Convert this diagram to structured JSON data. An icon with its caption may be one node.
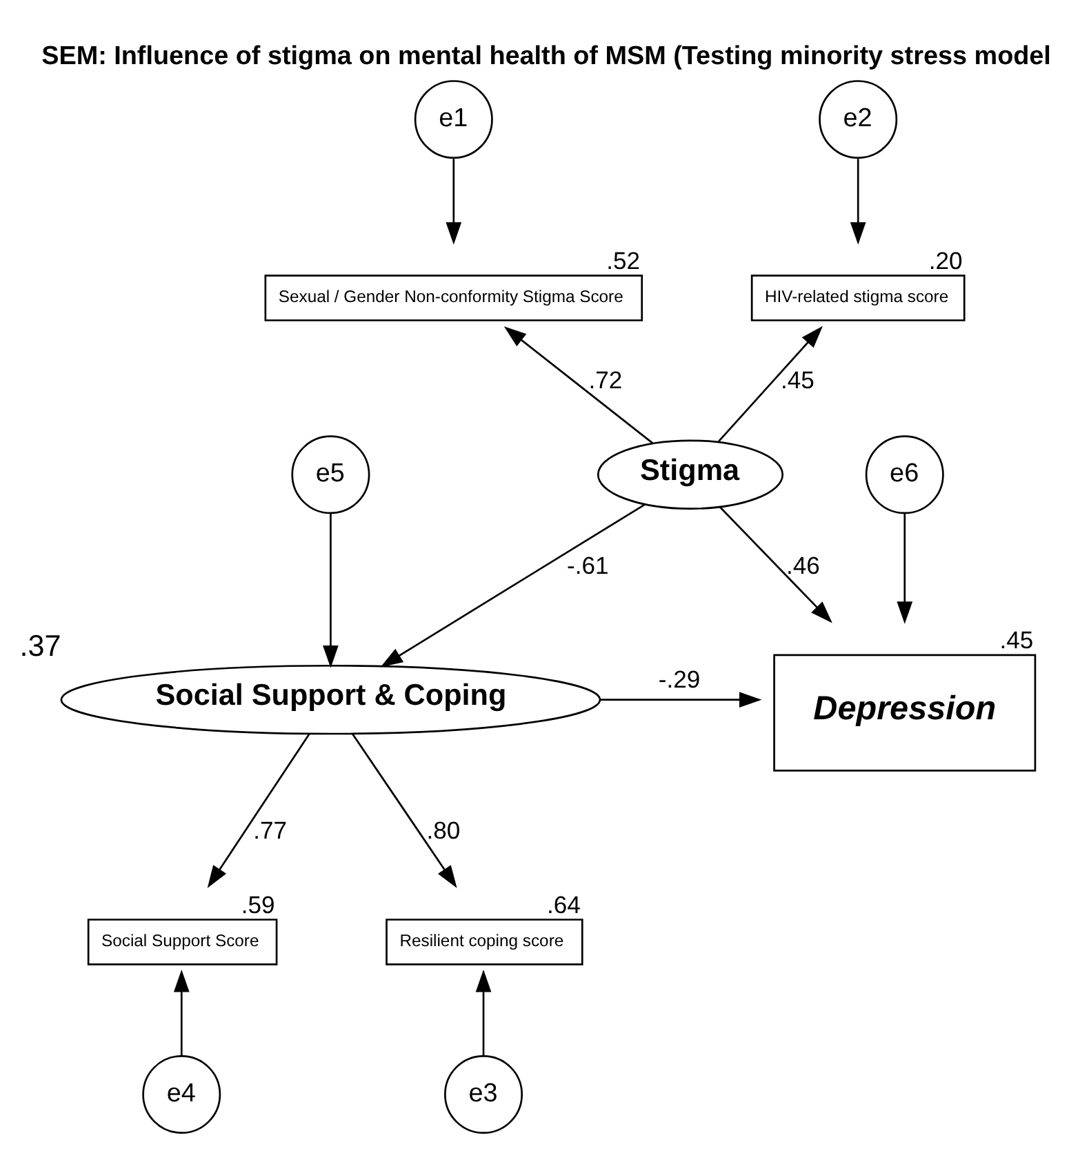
{
  "diagram": {
    "title": "SEM: Influence of stigma on mental health of MSM (Testing minority stress model",
    "nodes": [
      {
        "text": [
          "e1"
        ]
      },
      {
        "text": [
          "e2"
        ]
      },
      {
        "text": [
          "Sexual / Gender Non-conformity Stigma Score"
        ],
        "beside": [
          ".52"
        ]
      },
      {
        "text": [
          "HIV-related stigma score"
        ],
        "beside": [
          ".20"
        ]
      },
      {
        "text": [
          "Stigma"
        ]
      },
      {
        "text": [
          "e5"
        ]
      },
      {
        "text": [
          "e6"
        ]
      },
      {
        "text": [
          "Depression"
        ],
        "beside": [
          ".45"
        ]
      },
      {
        "text": [
          "Social Support & Coping"
        ],
        "beside": [
          ".37"
        ]
      },
      {
        "text": [
          "Social Support Score"
        ],
        "beside": [
          ".59"
        ]
      },
      {
        "text": [
          "Resilient coping score"
        ],
        "beside": [
          ".64"
        ]
      },
      {
        "text": [
          "e4"
        ]
      },
      {
        "text": [
          "e3"
        ]
      }
    ],
    "edges": [
      {
        "from": 0,
        "to": 2,
        "arrow": "to"
      },
      {
        "from": 1,
        "to": 3,
        "arrow": "to"
      },
      {
        "from": 4,
        "to": 2,
        "arrow": "to",
        "label": ".72"
      },
      {
        "from": 4,
        "to": 3,
        "arrow": "to",
        "label": ".45"
      },
      {
        "from": 4,
        "to": 7,
        "arrow": "to",
        "label": ".46"
      },
      {
        "from": 6,
        "to": 7,
        "arrow": "to"
      },
      {
        "from": 4,
        "to": 8,
        "arrow": "to",
        "label": "-.61"
      },
      {
        "from": 5,
        "to": 8,
        "arrow": "to"
      },
      {
        "from": 8,
        "to": 7,
        "arrow": "to",
        "label": "-.29"
      },
      {
        "from": 8,
        "to": 9,
        "arrow": "to",
        "label": ".77"
      },
      {
        "from": 8,
        "to": 10,
        "arrow": "to",
        "label": ".80"
      },
      {
        "from": 11,
        "to": 9,
        "arrow": "to"
      },
      {
        "from": 12,
        "to": 10,
        "arrow": "to"
      }
    ]
  }
}
